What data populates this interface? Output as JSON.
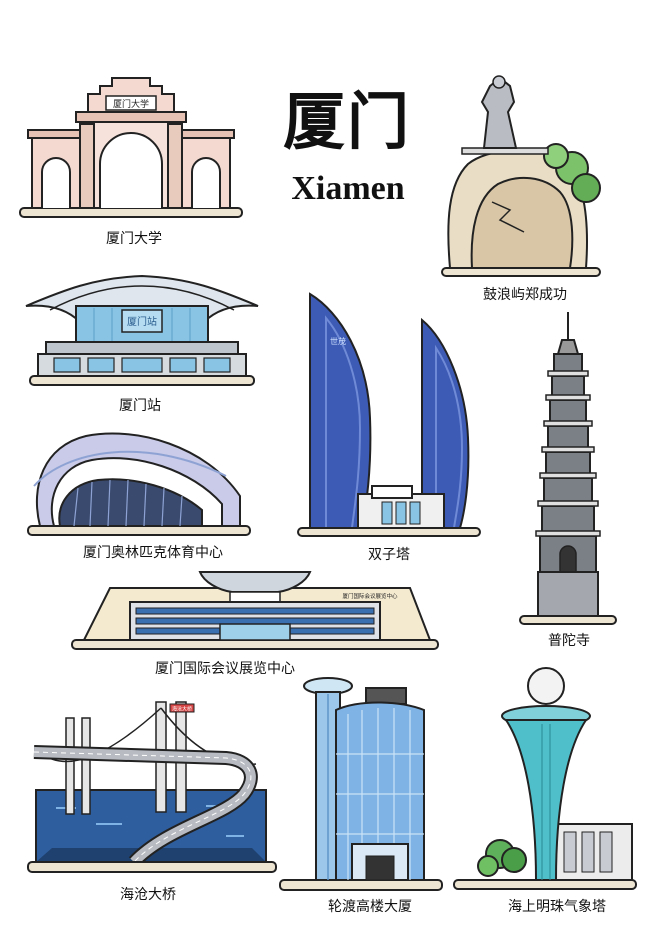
{
  "title": {
    "cn": "厦门",
    "en": "Xiamen"
  },
  "landmarks": [
    {
      "id": "xmu",
      "label": "厦门大学",
      "sign": "厦门大学"
    },
    {
      "id": "gulangyu",
      "label": "鼓浪屿郑成功"
    },
    {
      "id": "station",
      "label": "厦门站",
      "sign": "厦门站"
    },
    {
      "id": "twin",
      "label": "双子塔",
      "sign": "世茂"
    },
    {
      "id": "olympic",
      "label": "厦门奥林匹克体育中心"
    },
    {
      "id": "puto",
      "label": "普陀寺"
    },
    {
      "id": "convention",
      "label": "厦门国际会议展览中心",
      "sign": "厦门国际会议展览中心"
    },
    {
      "id": "bridge",
      "label": "海沧大桥",
      "sign": "海沧大桥"
    },
    {
      "id": "lundu",
      "label": "轮渡高楼大厦"
    },
    {
      "id": "pearl",
      "label": "海上明珠气象塔"
    }
  ],
  "colors": {
    "outline": "#222222",
    "blue": "#3b5bb5",
    "lightblue": "#9fd0ea",
    "sea": "#2f5e9e",
    "stone": "#c9b89a"
  }
}
